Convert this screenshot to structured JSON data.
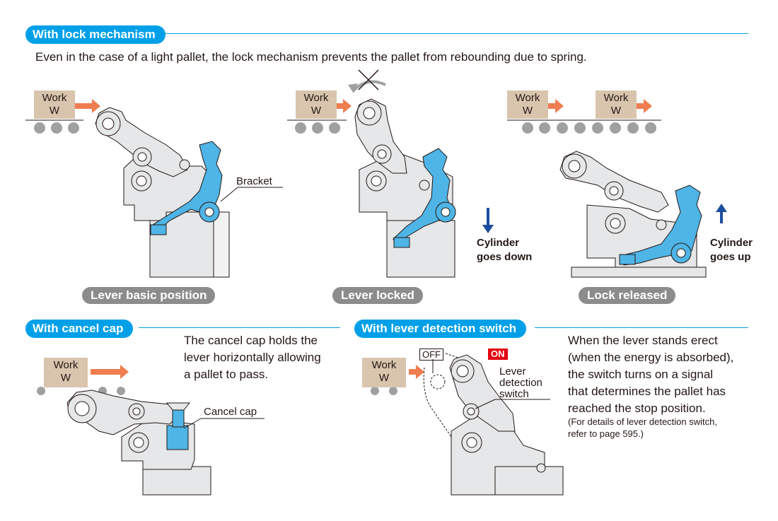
{
  "sections": {
    "lock": {
      "title": "With lock mechanism",
      "description": "Even in the case of a light pallet, the lock mechanism prevents the pallet from rebounding due to spring."
    },
    "cancel": {
      "title": "With cancel cap",
      "description_lines": [
        "The cancel cap holds the",
        "lever horizontally allowing",
        "a pallet to pass."
      ]
    },
    "detect": {
      "title": "With lever detection switch",
      "description_lines": [
        "When the lever stands erect",
        "(when the energy is absorbed),",
        "the switch turns on a signal",
        "that determines the pallet has",
        "reached the stop position."
      ],
      "note_lines": [
        "(For details of lever detection switch,",
        "refer to page 595.)"
      ]
    }
  },
  "work": {
    "line1": "Work",
    "line2": "W"
  },
  "labels": {
    "bracket": "Bracket",
    "cylinder_down": [
      "Cylinder",
      "goes down"
    ],
    "cylinder_up": [
      "Cylinder",
      "goes up"
    ],
    "cancel_cap": "Cancel cap",
    "lever_detection_switch": [
      "Lever",
      "detection",
      "switch"
    ],
    "off": "OFF",
    "on": "ON"
  },
  "captions": {
    "basic": "Lever basic position",
    "locked": "Lever locked",
    "released": "Lock released"
  },
  "colors": {
    "accent": "#00a0e9",
    "lever_blue": "#4fb4e6",
    "arrow_orange": "#ee7d50",
    "body_gray": "#e6e7e8",
    "roller_gray": "#9fa0a0",
    "work_tan": "#d9c4ad",
    "on_red": "#e60012",
    "caption_gray": "#8c8c8c",
    "cyl_arrow_blue": "#1d4e9e"
  }
}
